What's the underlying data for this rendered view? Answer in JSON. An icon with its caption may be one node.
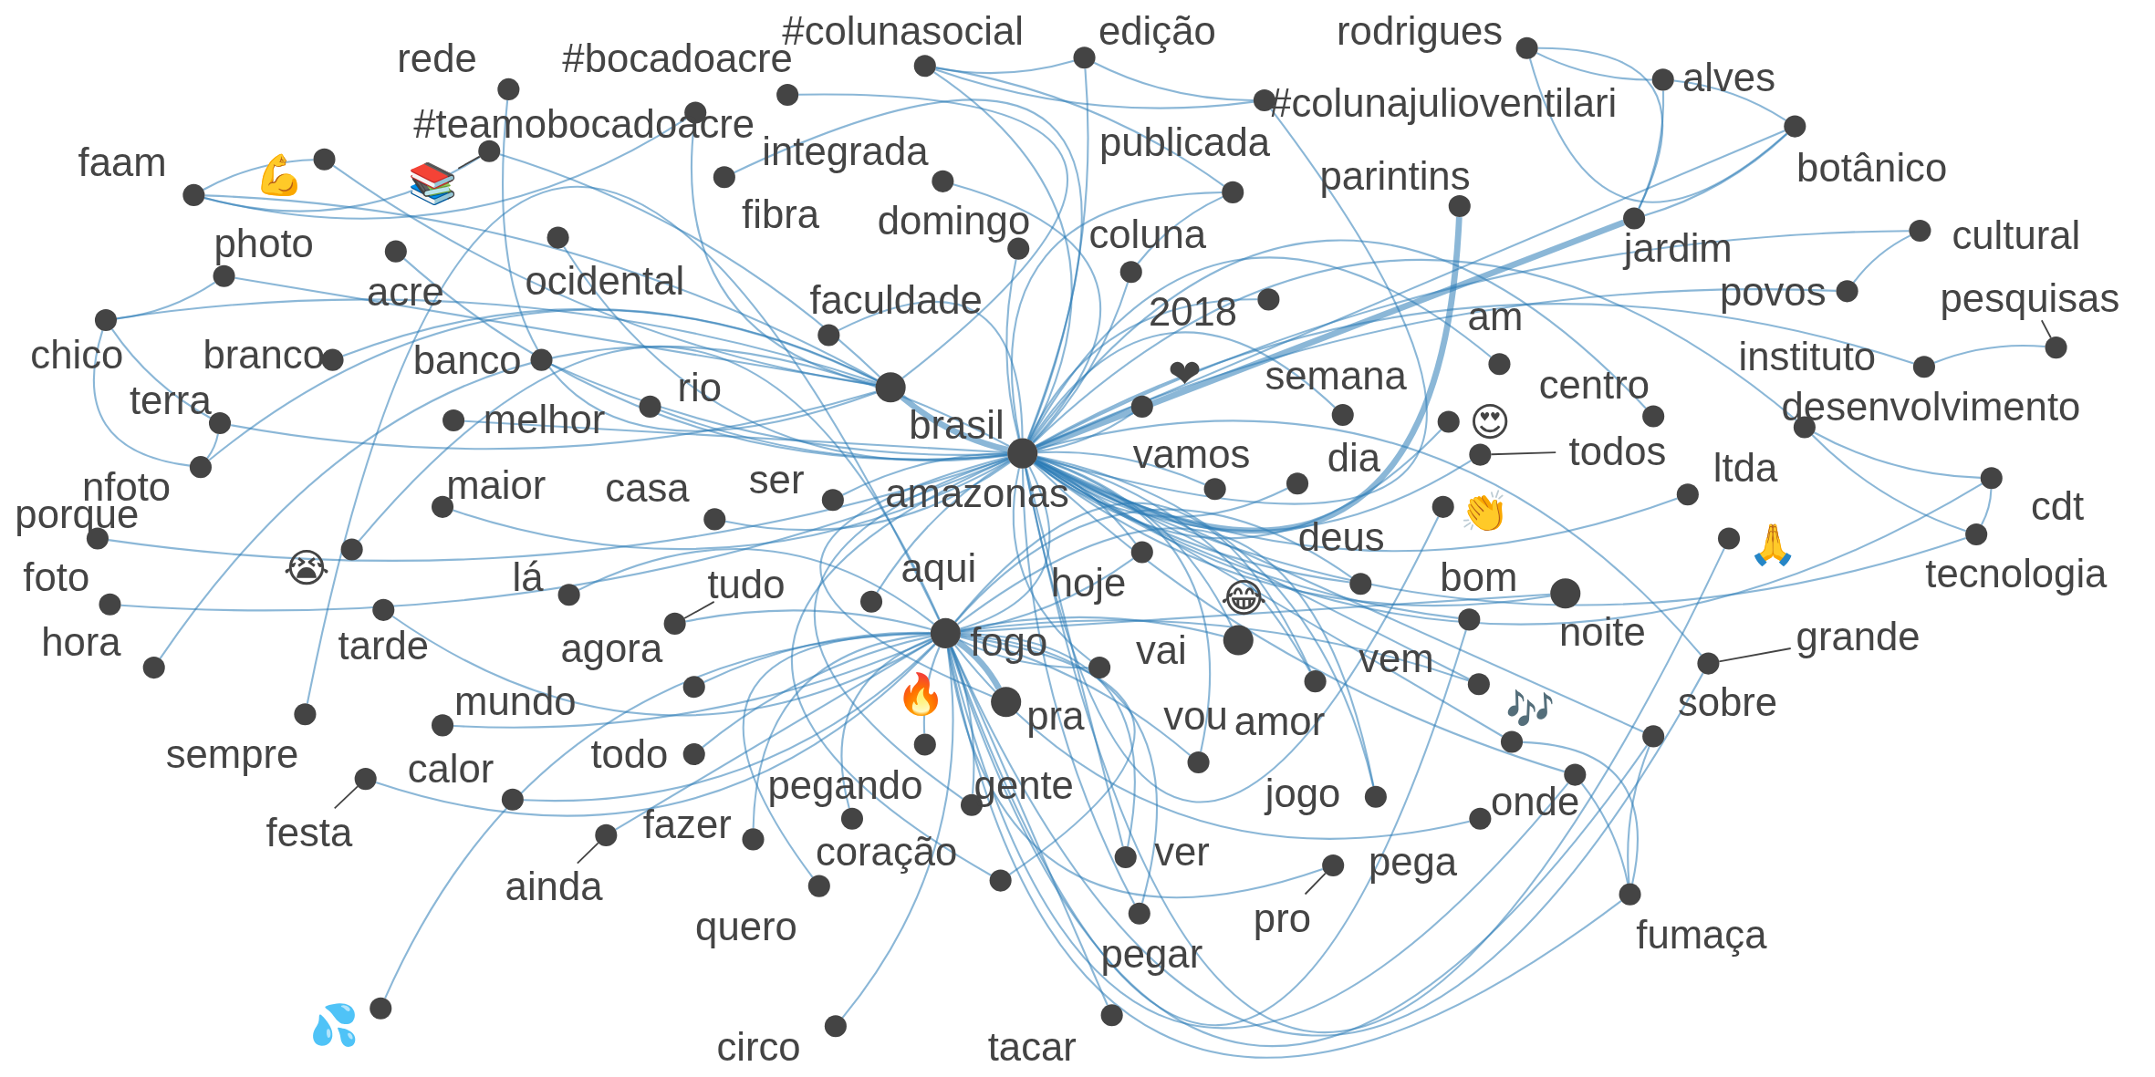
{
  "diagram": {
    "nodes": [
      {
        "text": [
          "rede"
        ]
      },
      {
        "text": [
          "#bocadoacre"
        ]
      },
      {
        "text": [
          "#colunasocial"
        ]
      },
      {
        "text": [
          "edição"
        ]
      },
      {
        "text": [
          "rodrigues"
        ]
      },
      {
        "text": [
          "alves"
        ]
      },
      {
        "text": [
          "#teamobocadoacre"
        ]
      },
      {
        "text": [
          "#colunajulioventilari"
        ]
      },
      {
        "text": [
          "💪"
        ]
      },
      {
        "text": [
          "📚"
        ]
      },
      {
        "text": [
          "faam"
        ]
      },
      {
        "text": [
          "botânico"
        ]
      },
      {
        "text": [
          "integrada"
        ]
      },
      {
        "text": [
          "publicada"
        ]
      },
      {
        "text": [
          "parintins"
        ]
      },
      {
        "text": [
          "fibra"
        ]
      },
      {
        "text": [
          "domingo"
        ]
      },
      {
        "text": [
          "jardim"
        ]
      },
      {
        "text": [
          "photo"
        ]
      },
      {
        "text": [
          "acre"
        ]
      },
      {
        "text": [
          "ocidental"
        ]
      },
      {
        "text": [
          "coluna"
        ]
      },
      {
        "text": [
          "cultural"
        ]
      },
      {
        "text": [
          "2018"
        ]
      },
      {
        "text": [
          "povos"
        ]
      },
      {
        "text": [
          "faculdade"
        ]
      },
      {
        "text": [
          "pesquisas"
        ]
      },
      {
        "text": [
          "chico"
        ]
      },
      {
        "text": [
          "branco"
        ]
      },
      {
        "text": [
          "banco"
        ]
      },
      {
        "text": [
          "semana"
        ]
      },
      {
        "text": [
          "❤"
        ]
      },
      {
        "text": [
          "am"
        ]
      },
      {
        "text": [
          "instituto"
        ]
      },
      {
        "text": [
          "centro"
        ]
      },
      {
        "text": [
          "brasil"
        ]
      },
      {
        "text": [
          "terra"
        ]
      },
      {
        "text": [
          "melhor"
        ]
      },
      {
        "text": [
          "rio"
        ]
      },
      {
        "text": [
          "😍"
        ]
      },
      {
        "text": [
          "desenvolvimento"
        ]
      },
      {
        "text": [
          "vamos"
        ]
      },
      {
        "text": [
          "dia"
        ]
      },
      {
        "text": [
          "todos"
        ]
      },
      {
        "text": [
          "nfoto"
        ]
      },
      {
        "text": [
          "maior"
        ]
      },
      {
        "text": [
          "casa"
        ]
      },
      {
        "text": [
          "ser"
        ]
      },
      {
        "text": [
          "amazonas"
        ]
      },
      {
        "text": [
          "👏"
        ]
      },
      {
        "text": [
          "ltda"
        ]
      },
      {
        "text": [
          "cdt"
        ]
      },
      {
        "text": [
          "porque"
        ]
      },
      {
        "text": [
          "😭"
        ]
      },
      {
        "text": [
          "deus"
        ]
      },
      {
        "text": [
          "🙏"
        ]
      },
      {
        "text": [
          "tecnologia"
        ]
      },
      {
        "text": [
          "foto"
        ]
      },
      {
        "text": [
          "lá"
        ]
      },
      {
        "text": [
          "tudo"
        ]
      },
      {
        "text": [
          "aqui"
        ]
      },
      {
        "text": [
          "hoje"
        ]
      },
      {
        "text": [
          "😂"
        ]
      },
      {
        "text": [
          "bom"
        ]
      },
      {
        "text": [
          "hora"
        ]
      },
      {
        "text": [
          "tarde"
        ]
      },
      {
        "text": [
          "agora"
        ]
      },
      {
        "text": [
          "fogo"
        ]
      },
      {
        "text": [
          "vai"
        ]
      },
      {
        "text": [
          "noite"
        ]
      },
      {
        "text": [
          "grande"
        ]
      },
      {
        "text": [
          "mundo"
        ]
      },
      {
        "text": [
          "🔥"
        ]
      },
      {
        "text": [
          "pra"
        ]
      },
      {
        "text": [
          "vem"
        ]
      },
      {
        "text": [
          "🎶"
        ]
      },
      {
        "text": [
          "sobre"
        ]
      },
      {
        "text": [
          "sempre"
        ]
      },
      {
        "text": [
          "calor"
        ]
      },
      {
        "text": [
          "todo"
        ]
      },
      {
        "text": [
          "vou"
        ]
      },
      {
        "text": [
          "amor"
        ]
      },
      {
        "text": [
          "festa"
        ]
      },
      {
        "text": [
          "pegando"
        ]
      },
      {
        "text": [
          "gente"
        ]
      },
      {
        "text": [
          "jogo"
        ]
      },
      {
        "text": [
          "onde"
        ]
      },
      {
        "text": [
          "fazer"
        ]
      },
      {
        "text": [
          "ainda"
        ]
      },
      {
        "text": [
          "coração"
        ]
      },
      {
        "text": [
          "ver"
        ]
      },
      {
        "text": [
          "pega"
        ]
      },
      {
        "text": [
          "pro"
        ]
      },
      {
        "text": [
          "fumaça"
        ]
      },
      {
        "text": [
          "quero"
        ]
      },
      {
        "text": [
          "pegar"
        ]
      },
      {
        "text": [
          "💦"
        ]
      },
      {
        "text": [
          "circo"
        ]
      },
      {
        "text": [
          "tacar"
        ]
      }
    ],
    "edges": [
      {
        "from": 48,
        "to": 35,
        "arrow": "none",
        "style": "thick"
      },
      {
        "from": 48,
        "to": 25,
        "arrow": "none"
      },
      {
        "from": 48,
        "to": 12,
        "arrow": "none"
      },
      {
        "from": 48,
        "to": 15,
        "arrow": "none"
      },
      {
        "from": 48,
        "to": 16,
        "arrow": "none"
      },
      {
        "from": 48,
        "to": 21,
        "arrow": "none"
      },
      {
        "from": 48,
        "to": 23,
        "arrow": "none"
      },
      {
        "from": 48,
        "to": 31,
        "arrow": "none"
      },
      {
        "from": 48,
        "to": 30,
        "arrow": "none"
      },
      {
        "from": 48,
        "to": 14,
        "arrow": "none",
        "style": "thick"
      },
      {
        "from": 48,
        "to": 17,
        "arrow": "none",
        "style": "thick"
      },
      {
        "from": 48,
        "to": 11,
        "arrow": "none"
      },
      {
        "from": 48,
        "to": 41,
        "arrow": "none"
      },
      {
        "from": 48,
        "to": 42,
        "arrow": "none"
      },
      {
        "from": 48,
        "to": 43,
        "arrow": "none"
      },
      {
        "from": 48,
        "to": 49,
        "arrow": "none"
      },
      {
        "from": 48,
        "to": 50,
        "arrow": "none"
      },
      {
        "from": 48,
        "to": 34,
        "arrow": "none"
      },
      {
        "from": 48,
        "to": 40,
        "arrow": "none"
      },
      {
        "from": 48,
        "to": 33,
        "arrow": "none"
      },
      {
        "from": 48,
        "to": 22,
        "arrow": "none"
      },
      {
        "from": 48,
        "to": 24,
        "arrow": "none"
      },
      {
        "from": 48,
        "to": 54,
        "arrow": "none"
      },
      {
        "from": 48,
        "to": 63,
        "arrow": "none"
      },
      {
        "from": 48,
        "to": 61,
        "arrow": "none"
      },
      {
        "from": 48,
        "to": 62,
        "arrow": "none"
      },
      {
        "from": 48,
        "to": 68,
        "arrow": "none"
      },
      {
        "from": 48,
        "to": 73,
        "arrow": "none"
      },
      {
        "from": 48,
        "to": 80,
        "arrow": "none"
      },
      {
        "from": 48,
        "to": 81,
        "arrow": "none"
      },
      {
        "from": 48,
        "to": 84,
        "arrow": "none"
      },
      {
        "from": 48,
        "to": 89,
        "arrow": "none"
      },
      {
        "from": 48,
        "to": 90,
        "arrow": "none"
      },
      {
        "from": 48,
        "to": 95,
        "arrow": "none"
      },
      {
        "from": 48,
        "to": 67,
        "arrow": "none"
      },
      {
        "from": 48,
        "to": 60,
        "arrow": "none"
      },
      {
        "from": 48,
        "to": 46,
        "arrow": "none"
      },
      {
        "from": 48,
        "to": 47,
        "arrow": "none"
      },
      {
        "from": 48,
        "to": 38,
        "arrow": "none"
      },
      {
        "from": 48,
        "to": 37,
        "arrow": "none"
      },
      {
        "from": 48,
        "to": 29,
        "arrow": "none"
      },
      {
        "from": 48,
        "to": 20,
        "arrow": "none"
      },
      {
        "from": 48,
        "to": 19,
        "arrow": "none"
      },
      {
        "from": 48,
        "to": 2,
        "arrow": "none"
      },
      {
        "from": 48,
        "to": 3,
        "arrow": "none"
      },
      {
        "from": 48,
        "to": 7,
        "arrow": "none"
      },
      {
        "from": 48,
        "to": 13,
        "arrow": "none"
      },
      {
        "from": 48,
        "to": 45,
        "arrow": "none"
      },
      {
        "from": 48,
        "to": 56,
        "arrow": "none"
      },
      {
        "from": 48,
        "to": 51,
        "arrow": "none"
      },
      {
        "from": 48,
        "to": 69,
        "arrow": "none"
      },
      {
        "from": 48,
        "to": 70,
        "arrow": "none"
      },
      {
        "from": 48,
        "to": 74,
        "arrow": "none"
      },
      {
        "from": 48,
        "to": 75,
        "arrow": "none"
      },
      {
        "from": 48,
        "to": 85,
        "arrow": "none"
      },
      {
        "from": 48,
        "to": 86,
        "arrow": "none"
      },
      {
        "from": 48,
        "to": 76,
        "arrow": "none"
      },
      {
        "from": 48,
        "to": 32,
        "arrow": "none"
      },
      {
        "from": 48,
        "to": 39,
        "arrow": "none"
      },
      {
        "from": 48,
        "to": 55,
        "arrow": "none"
      },
      {
        "from": 48,
        "to": 52,
        "arrow": "none"
      },
      {
        "from": 48,
        "to": 57,
        "arrow": "none"
      },
      {
        "from": 48,
        "to": 64,
        "arrow": "none"
      },
      {
        "from": 35,
        "to": 10,
        "arrow": "none"
      },
      {
        "from": 35,
        "to": 9,
        "arrow": "none"
      },
      {
        "from": 35,
        "to": 8,
        "arrow": "none"
      },
      {
        "from": 35,
        "to": 6,
        "arrow": "none"
      },
      {
        "from": 35,
        "to": 1,
        "arrow": "none"
      },
      {
        "from": 35,
        "to": 0,
        "arrow": "none"
      },
      {
        "from": 35,
        "to": 28,
        "arrow": "none"
      },
      {
        "from": 35,
        "to": 18,
        "arrow": "none"
      },
      {
        "from": 35,
        "to": 36,
        "arrow": "none"
      },
      {
        "from": 35,
        "to": 27,
        "arrow": "none"
      },
      {
        "from": 35,
        "to": 44,
        "arrow": "none"
      },
      {
        "from": 67,
        "to": 59,
        "arrow": "none"
      },
      {
        "from": 67,
        "to": 66,
        "arrow": "none"
      },
      {
        "from": 67,
        "to": 71,
        "arrow": "none"
      },
      {
        "from": 67,
        "to": 78,
        "arrow": "none"
      },
      {
        "from": 67,
        "to": 79,
        "arrow": "none"
      },
      {
        "from": 67,
        "to": 87,
        "arrow": "none"
      },
      {
        "from": 67,
        "to": 88,
        "arrow": "none"
      },
      {
        "from": 67,
        "to": 94,
        "arrow": "none"
      },
      {
        "from": 67,
        "to": 89,
        "arrow": "none"
      },
      {
        "from": 67,
        "to": 97,
        "arrow": "none"
      },
      {
        "from": 67,
        "to": 98,
        "arrow": "none"
      },
      {
        "from": 67,
        "to": 95,
        "arrow": "none"
      },
      {
        "from": 67,
        "to": 90,
        "arrow": "none"
      },
      {
        "from": 67,
        "to": 84,
        "arrow": "none"
      },
      {
        "from": 67,
        "to": 83,
        "arrow": "none"
      },
      {
        "from": 67,
        "to": 72,
        "arrow": "none"
      },
      {
        "from": 67,
        "to": 73,
        "arrow": "none",
        "style": "thick"
      },
      {
        "from": 67,
        "to": 68,
        "arrow": "none"
      },
      {
        "from": 67,
        "to": 80,
        "arrow": "none"
      },
      {
        "from": 67,
        "to": 85,
        "arrow": "none"
      },
      {
        "from": 67,
        "to": 86,
        "arrow": "none"
      },
      {
        "from": 67,
        "to": 93,
        "arrow": "none"
      },
      {
        "from": 67,
        "to": 76,
        "arrow": "none"
      },
      {
        "from": 67,
        "to": 74,
        "arrow": "none"
      },
      {
        "from": 67,
        "to": 81,
        "arrow": "none"
      },
      {
        "from": 67,
        "to": 62,
        "arrow": "none"
      },
      {
        "from": 67,
        "to": 61,
        "arrow": "none"
      },
      {
        "from": 67,
        "to": 96,
        "arrow": "none"
      },
      {
        "from": 67,
        "to": 58,
        "arrow": "none"
      },
      {
        "from": 67,
        "to": 65,
        "arrow": "none"
      },
      {
        "from": 67,
        "to": 53,
        "arrow": "none"
      },
      {
        "from": 67,
        "to": 77,
        "arrow": "none"
      },
      {
        "from": 67,
        "to": 82,
        "arrow": "none"
      },
      {
        "from": 67,
        "to": 92,
        "arrow": "none"
      },
      {
        "from": 67,
        "to": 91,
        "arrow": "none"
      },
      {
        "from": 67,
        "to": 63,
        "arrow": "none"
      },
      {
        "from": 67,
        "to": 54,
        "arrow": "none"
      },
      {
        "from": 67,
        "to": 69,
        "arrow": "none"
      },
      {
        "from": 67,
        "to": 70,
        "arrow": "none"
      },
      {
        "from": 4,
        "to": 5,
        "arrow": "none"
      },
      {
        "from": 4,
        "to": 17,
        "arrow": "none"
      },
      {
        "from": 4,
        "to": 11,
        "arrow": "none"
      },
      {
        "from": 5,
        "to": 11,
        "arrow": "none"
      },
      {
        "from": 17,
        "to": 11,
        "arrow": "none"
      },
      {
        "from": 5,
        "to": 17,
        "arrow": "none"
      },
      {
        "from": 2,
        "to": 3,
        "arrow": "none"
      },
      {
        "from": 2,
        "to": 13,
        "arrow": "none"
      },
      {
        "from": 3,
        "to": 7,
        "arrow": "none"
      },
      {
        "from": 2,
        "to": 7,
        "arrow": "none"
      },
      {
        "from": 13,
        "to": 21,
        "arrow": "none"
      },
      {
        "from": 10,
        "to": 8,
        "arrow": "none"
      },
      {
        "from": 10,
        "to": 9,
        "arrow": "none"
      },
      {
        "from": 10,
        "to": 6,
        "arrow": "none"
      },
      {
        "from": 27,
        "to": 36,
        "arrow": "none"
      },
      {
        "from": 27,
        "to": 44,
        "arrow": "none"
      },
      {
        "from": 27,
        "to": 18,
        "arrow": "none"
      },
      {
        "from": 36,
        "to": 44,
        "arrow": "none"
      },
      {
        "from": 22,
        "to": 24,
        "arrow": "none"
      },
      {
        "from": 33,
        "to": 26,
        "arrow": "none"
      },
      {
        "from": 40,
        "to": 51,
        "arrow": "none"
      },
      {
        "from": 51,
        "to": 56,
        "arrow": "none"
      },
      {
        "from": 40,
        "to": 56,
        "arrow": "none"
      },
      {
        "from": 86,
        "to": 93,
        "arrow": "none"
      },
      {
        "from": 76,
        "to": 93,
        "arrow": "none"
      },
      {
        "from": 75,
        "to": 93,
        "arrow": "none"
      }
    ]
  }
}
